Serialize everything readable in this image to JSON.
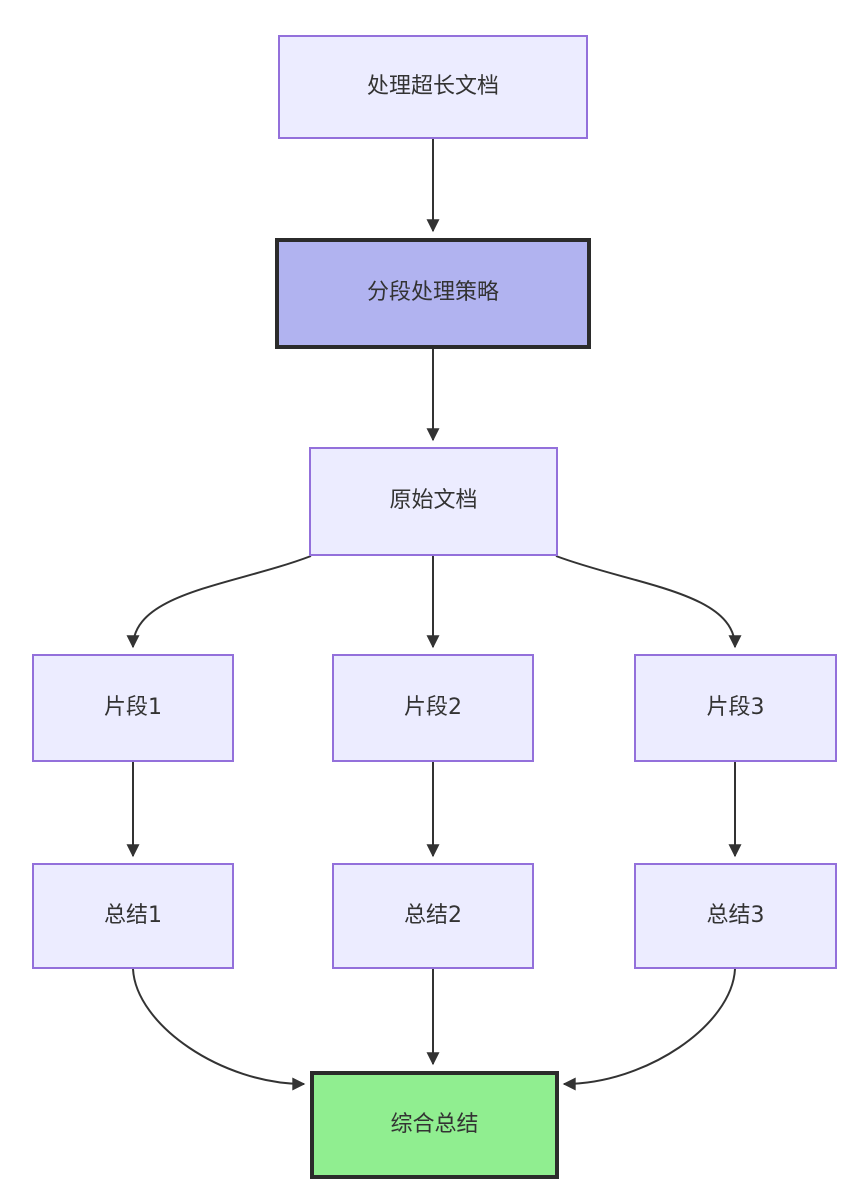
{
  "diagram": {
    "type": "flowchart",
    "direction": "top-down",
    "nodes": [
      {
        "id": "A",
        "label": "处理超长文档",
        "kind": "default"
      },
      {
        "id": "B",
        "label": "分段处理策略",
        "kind": "strategy-highlight"
      },
      {
        "id": "C",
        "label": "原始文档",
        "kind": "default"
      },
      {
        "id": "D1",
        "label": "片段1",
        "kind": "default"
      },
      {
        "id": "D2",
        "label": "片段2",
        "kind": "default"
      },
      {
        "id": "D3",
        "label": "片段3",
        "kind": "default"
      },
      {
        "id": "E1",
        "label": "总结1",
        "kind": "default"
      },
      {
        "id": "E2",
        "label": "总结2",
        "kind": "default"
      },
      {
        "id": "E3",
        "label": "总结3",
        "kind": "default"
      },
      {
        "id": "F",
        "label": "综合总结",
        "kind": "result-highlight"
      }
    ],
    "edges": [
      {
        "from": "A",
        "to": "B"
      },
      {
        "from": "B",
        "to": "C"
      },
      {
        "from": "C",
        "to": "D1"
      },
      {
        "from": "C",
        "to": "D2"
      },
      {
        "from": "C",
        "to": "D3"
      },
      {
        "from": "D1",
        "to": "E1"
      },
      {
        "from": "D2",
        "to": "E2"
      },
      {
        "from": "D3",
        "to": "E3"
      },
      {
        "from": "E1",
        "to": "F"
      },
      {
        "from": "E2",
        "to": "F"
      },
      {
        "from": "E3",
        "to": "F"
      }
    ],
    "colors": {
      "default_fill": "#ECECFF",
      "default_border": "#9370DB",
      "strategy_fill": "#B1B3F0",
      "strategy_border": "#2B2B2B",
      "result_fill": "#90EE90",
      "result_border": "#2B2B2B",
      "edge_stroke": "#333333",
      "label_text": "#333333",
      "background": "#FFFFFF"
    }
  }
}
